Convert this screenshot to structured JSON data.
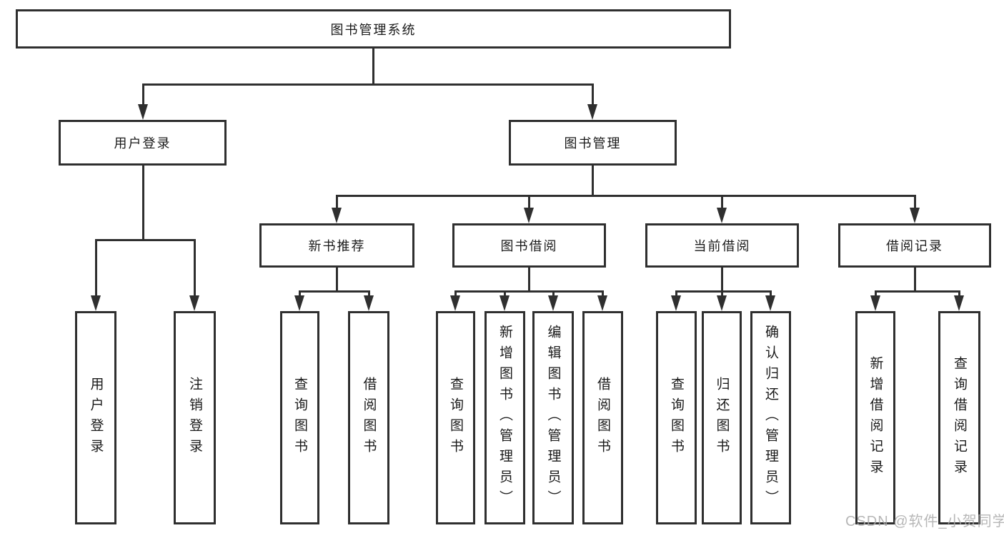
{
  "diagram": {
    "root": {
      "label": "图书管理系统"
    },
    "level2": [
      {
        "label": "用户登录"
      },
      {
        "label": "图书管理"
      }
    ],
    "level3": [
      {
        "label": "新书推荐"
      },
      {
        "label": "图书借阅"
      },
      {
        "label": "当前借阅"
      },
      {
        "label": "借阅记录"
      }
    ],
    "leaves": {
      "user_login": [
        {
          "label": "用户登录"
        },
        {
          "label": "注销登录"
        }
      ],
      "new_books": [
        {
          "label": "查询图书"
        },
        {
          "label": "借阅图书"
        }
      ],
      "book_borrow": [
        {
          "label": "查询图书"
        },
        {
          "label": "新增图书（管理员）"
        },
        {
          "label": "编辑图书（管理员）"
        },
        {
          "label": "借阅图书"
        }
      ],
      "current_borrow": [
        {
          "label": "查询图书"
        },
        {
          "label": "归还图书"
        },
        {
          "label": "确认归还（管理员）"
        }
      ],
      "borrow_records": [
        {
          "label": "新增借阅记录"
        },
        {
          "label": "查询借阅记录"
        }
      ]
    },
    "watermark": "CSDN @软件_小贺同学",
    "colors": {
      "line": "#2f2f2f",
      "text": "#1a1a1a",
      "watermark": "#ababab",
      "background": "#ffffff"
    }
  }
}
